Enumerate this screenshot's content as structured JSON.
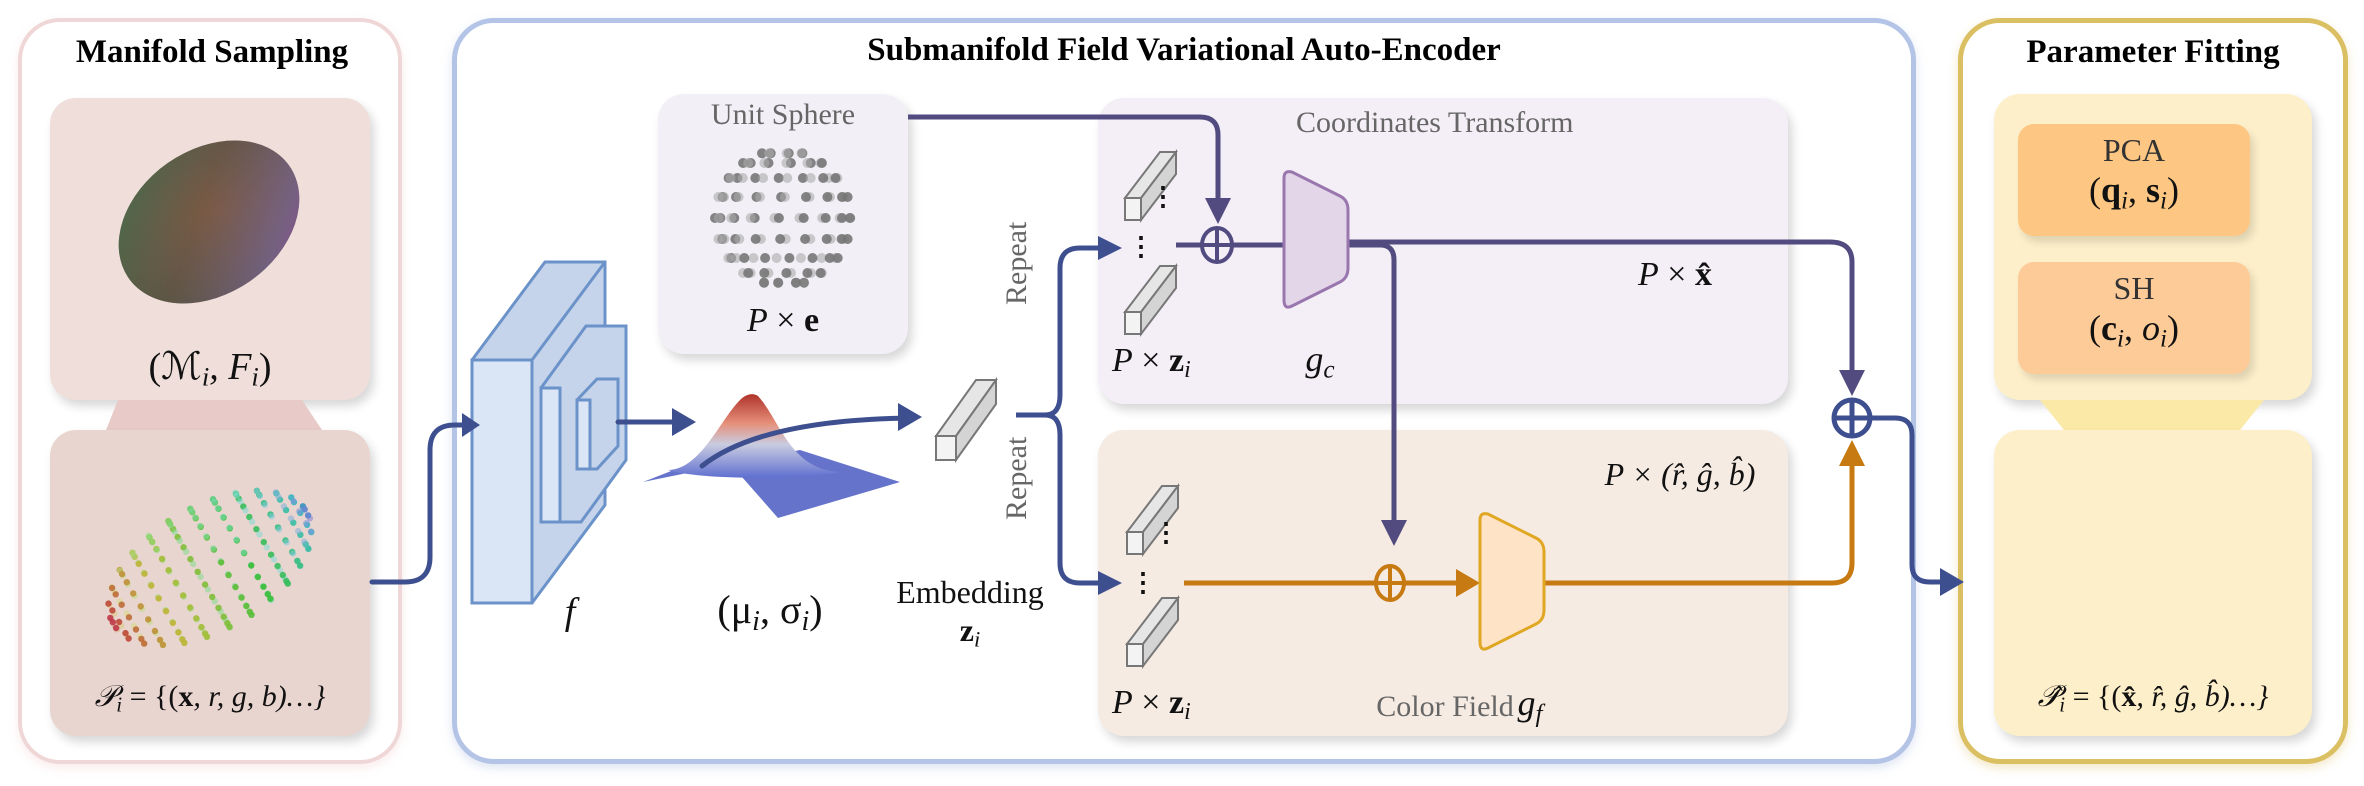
{
  "figure": {
    "colors": {
      "left_border": "#f0d7d7",
      "left_card": "#eeddda",
      "mid_border": "#b3c4e6",
      "right_border": "#dbbf63",
      "right_card": "#fdefc9",
      "coord_card": "#f4eff7",
      "color_card": "#f5ebe3",
      "unit_card": "#f3eff7",
      "flow_blue": "#3e4f8f",
      "flow_purple": "#524b80",
      "flow_orange": "#c77a12",
      "pca_box": "#fdc783",
      "sh_box": "#fdcb98",
      "gc_fill": "#e2d6e8",
      "gc_stroke": "#9a76ae",
      "gf_fill": "#ffe3c6",
      "gf_stroke": "#e0a723",
      "encoder_fill": "#c8d6ea",
      "encoder_stroke": "#6c93c9"
    }
  },
  "left_panel": {
    "title": "Manifold  Sampling",
    "manifold_label": "(ℳ",
    "manifold_sub_i": "i",
    "manifold_label_mid": ", F",
    "manifold_sub_i2": "i",
    "manifold_label_end": ")",
    "pointcloud_label_P": "𝒫",
    "pointcloud_sub": "i",
    "pointcloud_rest": " = {(",
    "pointcloud_x": "x",
    "pointcloud_tail": ", r, g, b)…}"
  },
  "mid_panel": {
    "title": "Submanifold Field Variational Auto-Encoder",
    "unit_sphere": {
      "title": "Unit Sphere",
      "label_P": "P",
      "label_times": " × ",
      "label_e": "e"
    },
    "encoder_label": "f",
    "distribution_label": "(μ",
    "distribution_sub1": "i",
    "distribution_mid": ", σ",
    "distribution_sub2": "i",
    "distribution_end": ")",
    "embedding": {
      "title": "Embedding",
      "symbol": "z",
      "sub": "i"
    },
    "repeat_top": "Repeat",
    "repeat_bottom": "Repeat",
    "coords": {
      "title": "Coordinates Transform",
      "input_P": "P",
      "input_times": " × ",
      "input_z": "z",
      "input_sub": "i",
      "network": "g",
      "network_sub": "c",
      "output_P": "P",
      "output_times": " × ",
      "output_x": "x̂"
    },
    "color_field": {
      "title": "Color Field",
      "input_P": "P",
      "input_times": " × ",
      "input_z": "z",
      "input_sub": "i",
      "network": "g",
      "network_sub": "f",
      "output_label": "P × (r̂, ĝ, b̂)"
    },
    "vertical_dots": "⋮"
  },
  "right_panel": {
    "title": "Parameter Fitting",
    "pca": {
      "title": "PCA",
      "formula_open": "(",
      "q": "q",
      "q_sub": "i",
      "comma": ", ",
      "s": "s",
      "s_sub": "i",
      "formula_close": ")"
    },
    "sh": {
      "title": "SH",
      "formula_open": "(",
      "c": "c",
      "c_sub": "i",
      "comma": ", ",
      "o": "o",
      "o_sub": "i",
      "formula_close": ")"
    },
    "output_P": "𝒫̂",
    "output_sub": "i",
    "output_rest": " = {(",
    "output_x": "x̂",
    "output_tail": ", r̂, ĝ, b̂)…}"
  }
}
